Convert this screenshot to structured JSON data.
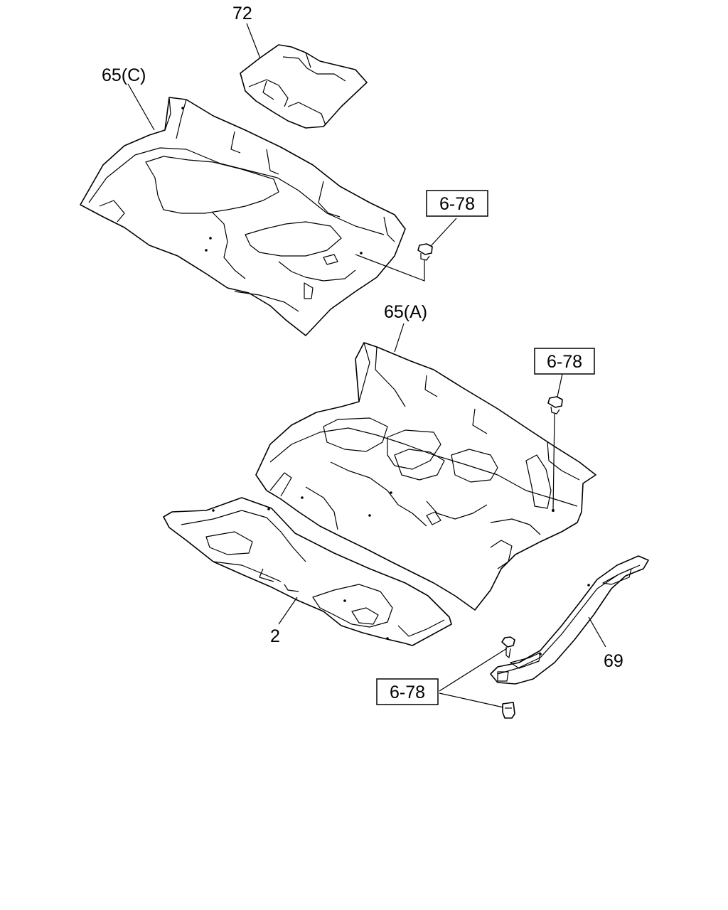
{
  "labels": {
    "part_72": "72",
    "part_65c": "65(C)",
    "part_65a": "65(A)",
    "part_2": "2",
    "part_69": "69"
  },
  "references": {
    "ref_upper": "6-78",
    "ref_middle": "6-78",
    "ref_lower": "6-78"
  }
}
